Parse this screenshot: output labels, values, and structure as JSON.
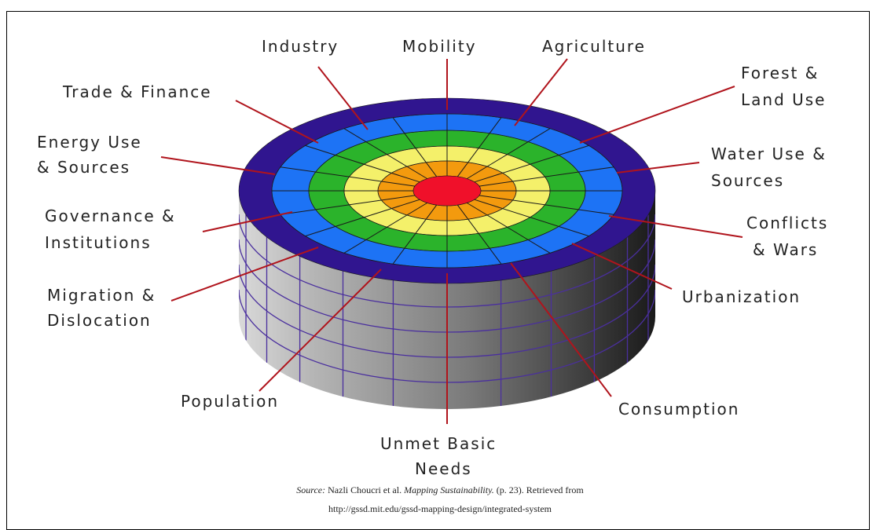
{
  "labels": {
    "industry": "Industry",
    "mobility": "Mobility",
    "agriculture": "Agriculture",
    "trade_finance": "Trade & Finance",
    "forest_1": "Forest &",
    "forest_2": "Land Use",
    "energy_1": "Energy Use",
    "energy_2": "& Sources",
    "water_1": "Water Use &",
    "water_2": "Sources",
    "governance_1": "Governance &",
    "governance_2": "Institutions",
    "conflicts_1": "Conflicts",
    "conflicts_2": "& Wars",
    "migration_1": "Migration &",
    "migration_2": "Dislocation",
    "urbanization": "Urbanization",
    "population": "Population",
    "consumption": "Consumption",
    "unmet_1": "Unmet Basic",
    "unmet_2": "Needs"
  },
  "source": {
    "prefix": "Source:",
    "text": " Nazli Choucri et al. ",
    "title": "Mapping Sustainability.",
    "suffix": " (p. 23). Retrieved from",
    "url": "http://gssd.mit.edu/gssd-mapping-design/integrated-system"
  },
  "colors": {
    "ring_outer": "#30158f",
    "ring_blue": "#1d73f5",
    "ring_green": "#2bb32b",
    "ring_yellow": "#f4f06a",
    "ring_orange": "#f39a0e",
    "center": "#f0102a",
    "leader": "#b0141c",
    "cylinder_side": "#8c8c8c",
    "grid_lines": "#4a2f9e"
  }
}
